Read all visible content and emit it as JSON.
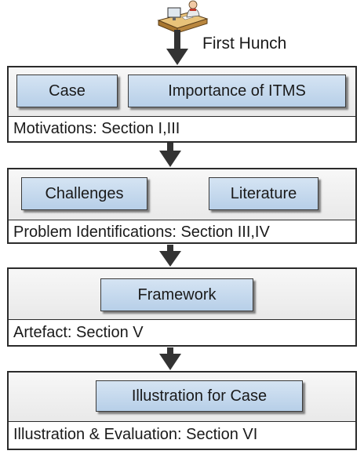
{
  "start": {
    "icon": "desk-worker-icon",
    "label": "First Hunch"
  },
  "stages": [
    {
      "caption": "Motivations: Section I,III",
      "nodes": [
        "Case",
        "Importance of ITMS"
      ]
    },
    {
      "caption": "Problem Identifications: Section III,IV",
      "nodes": [
        "Challenges",
        "Literature"
      ]
    },
    {
      "caption": "Artefact: Section V",
      "nodes": [
        "Framework"
      ]
    },
    {
      "caption": "Illustration & Evaluation: Section VI",
      "nodes": [
        "Illustration for Case"
      ]
    }
  ],
  "colors": {
    "node_fill": "#c6d9ee",
    "border": "#2b2b2b",
    "arrow": "#333333"
  }
}
